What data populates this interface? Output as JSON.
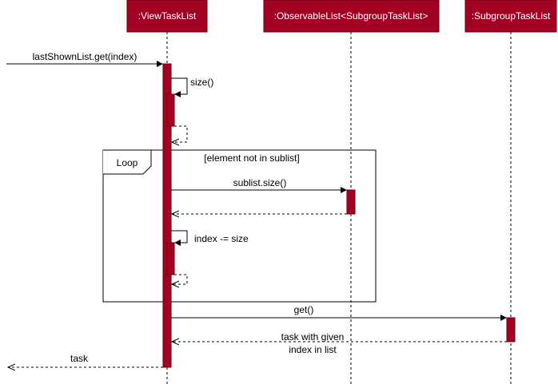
{
  "colors": {
    "participant_fill": "#a20025",
    "participant_border": "#6f0000",
    "participant_text": "#ffffff",
    "line": "#000000"
  },
  "participants": [
    ":ViewTaskList",
    ":ObservableList<SubgroupTaskList>",
    ":SubgroupTaskList"
  ],
  "messages": {
    "entry_call": "lastShownList.get(index)",
    "self_size": "size()",
    "sublist_size": "sublist.size()",
    "index_update": "index -= size",
    "get_call": "get()",
    "return_line1": "task with given",
    "return_line2": "index in list",
    "final_return": "task"
  },
  "loop": {
    "label": "Loop",
    "guard": "[element not in sublist]"
  }
}
